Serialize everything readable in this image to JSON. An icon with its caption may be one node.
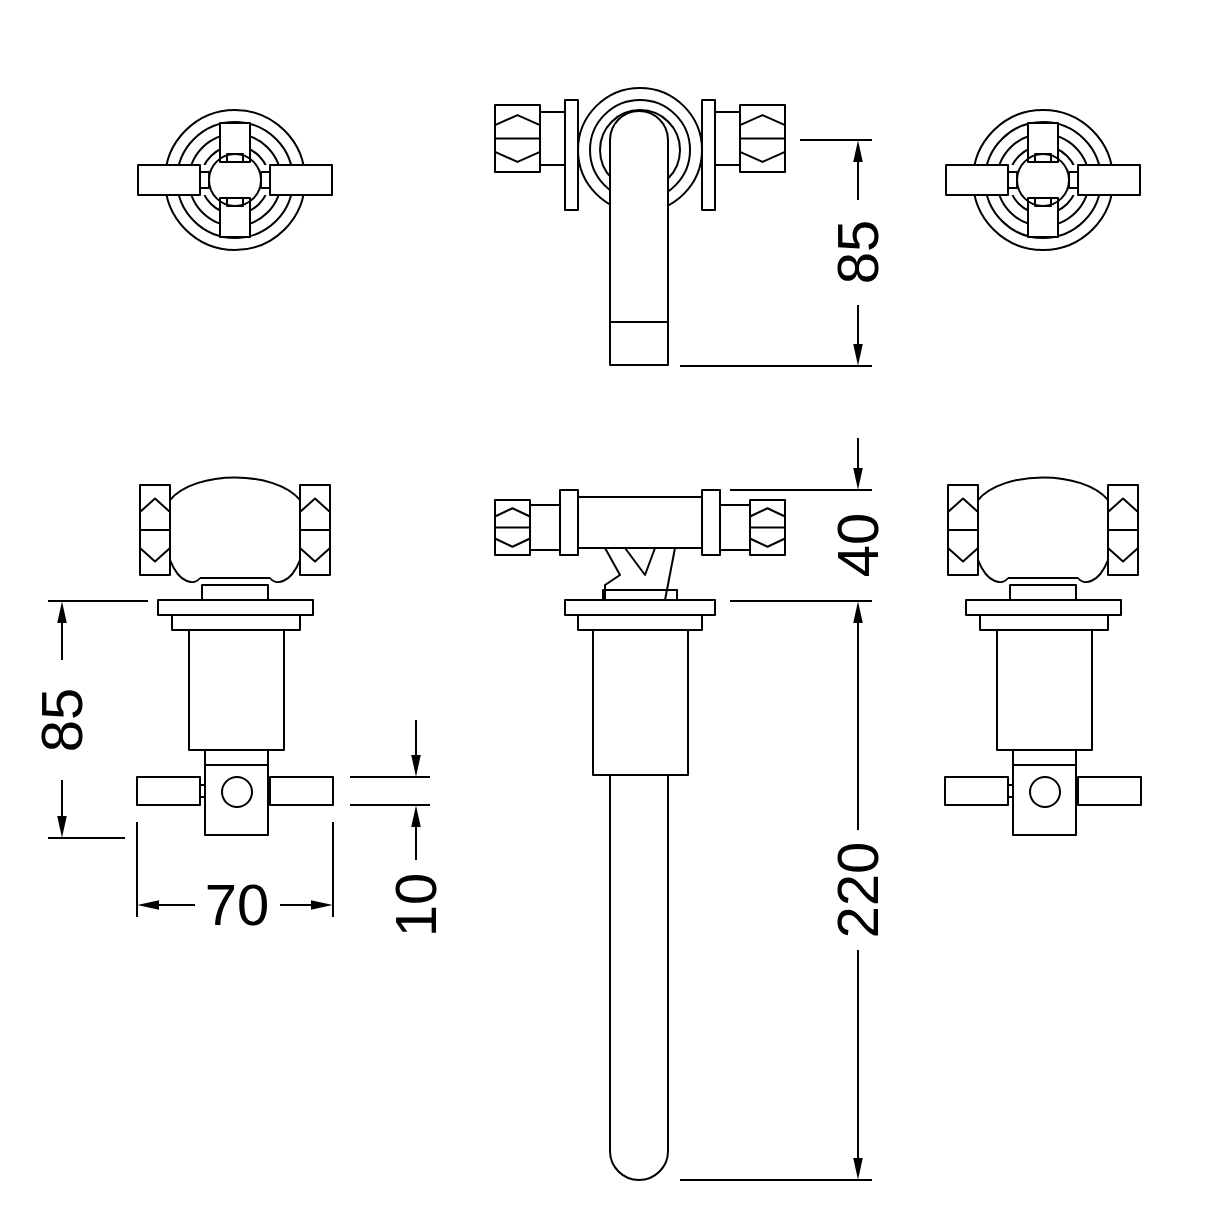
{
  "diagram": {
    "labels": [
      "85",
      "40",
      "85",
      "220",
      "70",
      "10"
    ]
  }
}
